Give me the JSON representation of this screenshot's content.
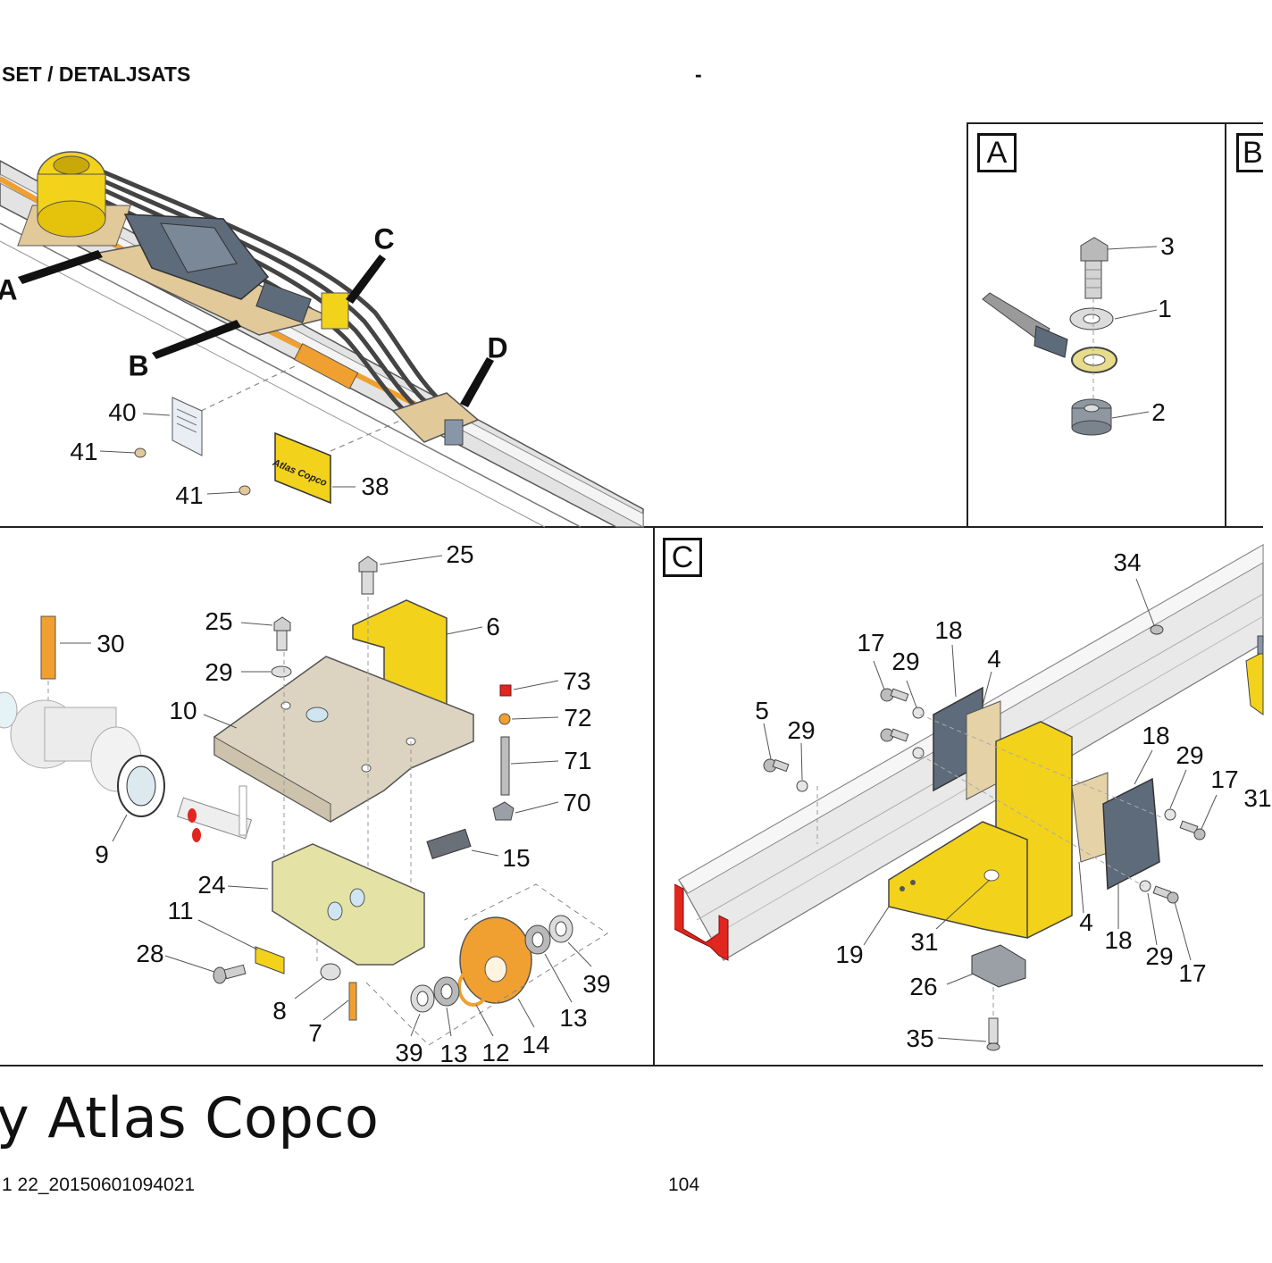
{
  "header": {
    "title": "SET / DETALJSATS",
    "dash": "-"
  },
  "brand": {
    "text": "y Atlas Copco"
  },
  "footer": {
    "doc_id": "1 22_20150601094021",
    "page_number": "104"
  },
  "overview": {
    "callouts": {
      "a": "A",
      "b": "B",
      "c": "C",
      "d": "D"
    },
    "labels": {
      "p40": "40",
      "p41a": "41",
      "p41b": "41",
      "p38": "38"
    },
    "sign_text": "Atlas Copco"
  },
  "detail_a": {
    "box_label": "A",
    "labels": {
      "p3": "3",
      "p1": "1",
      "p2": "2"
    }
  },
  "detail_b": {
    "box_label": "B"
  },
  "detail_d": {
    "labels": {
      "p25a": "25",
      "p25b": "25",
      "p6": "6",
      "p30": "30",
      "p29": "29",
      "p10": "10",
      "p73": "73",
      "p72": "72",
      "p71": "71",
      "p70": "70",
      "p15": "15",
      "p9": "9",
      "p24": "24",
      "p11": "11",
      "p28": "28",
      "p8": "8",
      "p7": "7",
      "p39a": "39",
      "p39b": "39",
      "p13a": "13",
      "p13b": "13",
      "p12": "12",
      "p14": "14"
    }
  },
  "detail_c": {
    "box_label": "C",
    "labels": {
      "p34": "34",
      "p17a": "17",
      "p18a": "18",
      "p4a": "4",
      "p29a": "29",
      "p5": "5",
      "p29b": "29",
      "p18b": "18",
      "p29c": "29",
      "p17b": "17",
      "p31a": "31",
      "p19": "19",
      "p31b": "31",
      "p4b": "4",
      "p18c": "18",
      "p29d": "29",
      "p17c": "17",
      "p26": "26",
      "p35": "35"
    }
  },
  "colors": {
    "yellow": "#f2d21b",
    "orange": "#f0a030",
    "grey_metal": "#c9c4b8",
    "slate": "#5e6b7a",
    "red": "#e0261e"
  }
}
